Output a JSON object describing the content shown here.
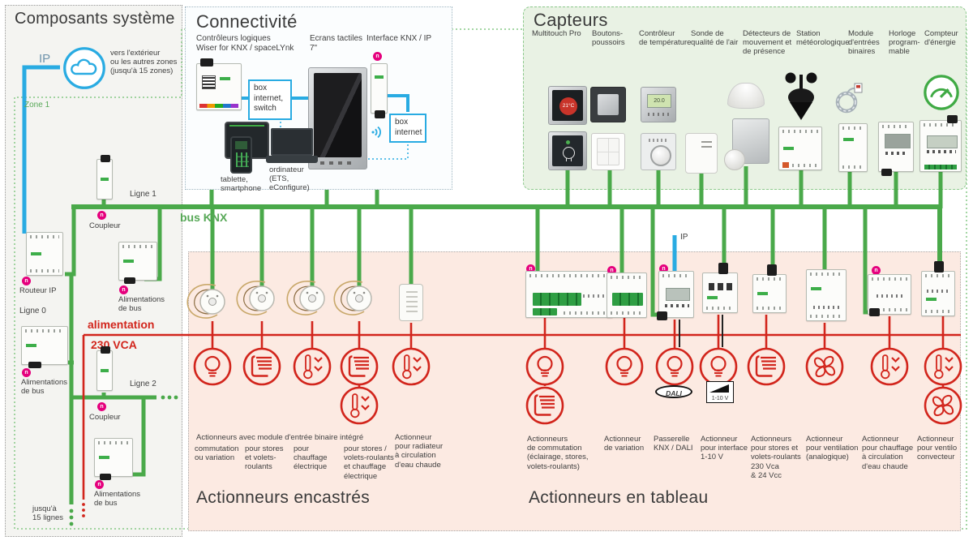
{
  "badge_letter": "n",
  "colors": {
    "bus_green": "#4aa94a",
    "power_red": "#d2251c",
    "ip_blue": "#29abe2",
    "badge_magenta": "#e5007d",
    "zone_border_green": "#85c885",
    "capteurs_bg": "#e9f2e4",
    "actionneurs_bg": "#fceae2"
  },
  "composants": {
    "title": "Composants système",
    "ip_label": "IP",
    "cloud_note": "vers l'extérieur\nou les autres zones\n(jusqu'à 15 zones)",
    "zone_label": "Zone 1",
    "ligne1": "Ligne 1",
    "coupleur1": "Coupleur",
    "routeur": "Routeur IP",
    "alim1": "Alimentations\nde bus",
    "ligne0": "Ligne 0",
    "alim0": "Alimentations\nde bus",
    "alimentation": "alimentation",
    "tension": "230 VCA",
    "ligne2": "Ligne 2",
    "coupleur2": "Coupleur",
    "alim2": "Alimentations\nde bus",
    "jusqua": "jusqu'à\n15 lignes"
  },
  "connectivite": {
    "title": "Connectivité",
    "controleurs_line1": "Contrôleurs logiques",
    "controleurs_line2": "Wiser for KNX / spaceLYnk",
    "ecrans_line1": "Ecrans tactiles",
    "ecrans_line2": "7\"",
    "interface_label": "Interface KNX / IP",
    "box_switch": "box\ninternet,\nswitch",
    "box_internet": "box\ninternet",
    "tablette": "tablette,\nsmartphone",
    "ordinateur": "ordinateur\n(ETS,\neConfigure)"
  },
  "capteurs": {
    "title": "Capteurs",
    "multitouch_temp": "21°C",
    "thermostat_lcd": "20.0",
    "items": [
      "Multitouch Pro",
      "Boutons-\npoussoirs",
      "Contrôleur\nde température",
      "Sonde de\nqualité de l'air",
      "Détecteurs de\nmouvement et\nde présence",
      "Station\nmétéorologique",
      "Module\nd'entrées\nbinaires",
      "Horloge\nprogram-\nmable",
      "Compteur\nd'énergie"
    ]
  },
  "bus": {
    "label": "bus KNX",
    "ip_drop": "IP"
  },
  "encastres": {
    "title": "Actionneurs encastrés",
    "header": "Actionneurs avec module d'entrée binaire intégré",
    "labels": [
      "commutation\nou variation",
      "pour stores\net volets-\nroulants",
      "pour\nchauffage\nélectrique",
      "pour stores /\nvolets-roulants\net chauffage\nélectrique",
      "Actionneur\npour radiateur\nà circulation\nd'eau chaude"
    ]
  },
  "tableau": {
    "title": "Actionneurs en tableau",
    "dali": "DALI",
    "v110": "1-10 V",
    "labels": [
      "Actionneurs\nde commutation\n(éclairage, stores,\nvolets-roulants)",
      "Actionneur\nde variation",
      "Passerelle\nKNX / DALI",
      "Actionneur\npour interface\n1-10 V",
      "Actionneurs\npour stores et\nvolets-roulants\n230 Vca\n& 24 Vcc",
      "Actionneur\npour ventilation\n(analogique)",
      "Actionneur\npour chauffage\nà circulation\nd'eau chaude",
      "Actionneur\npour ventilo\nconvecteur"
    ]
  }
}
